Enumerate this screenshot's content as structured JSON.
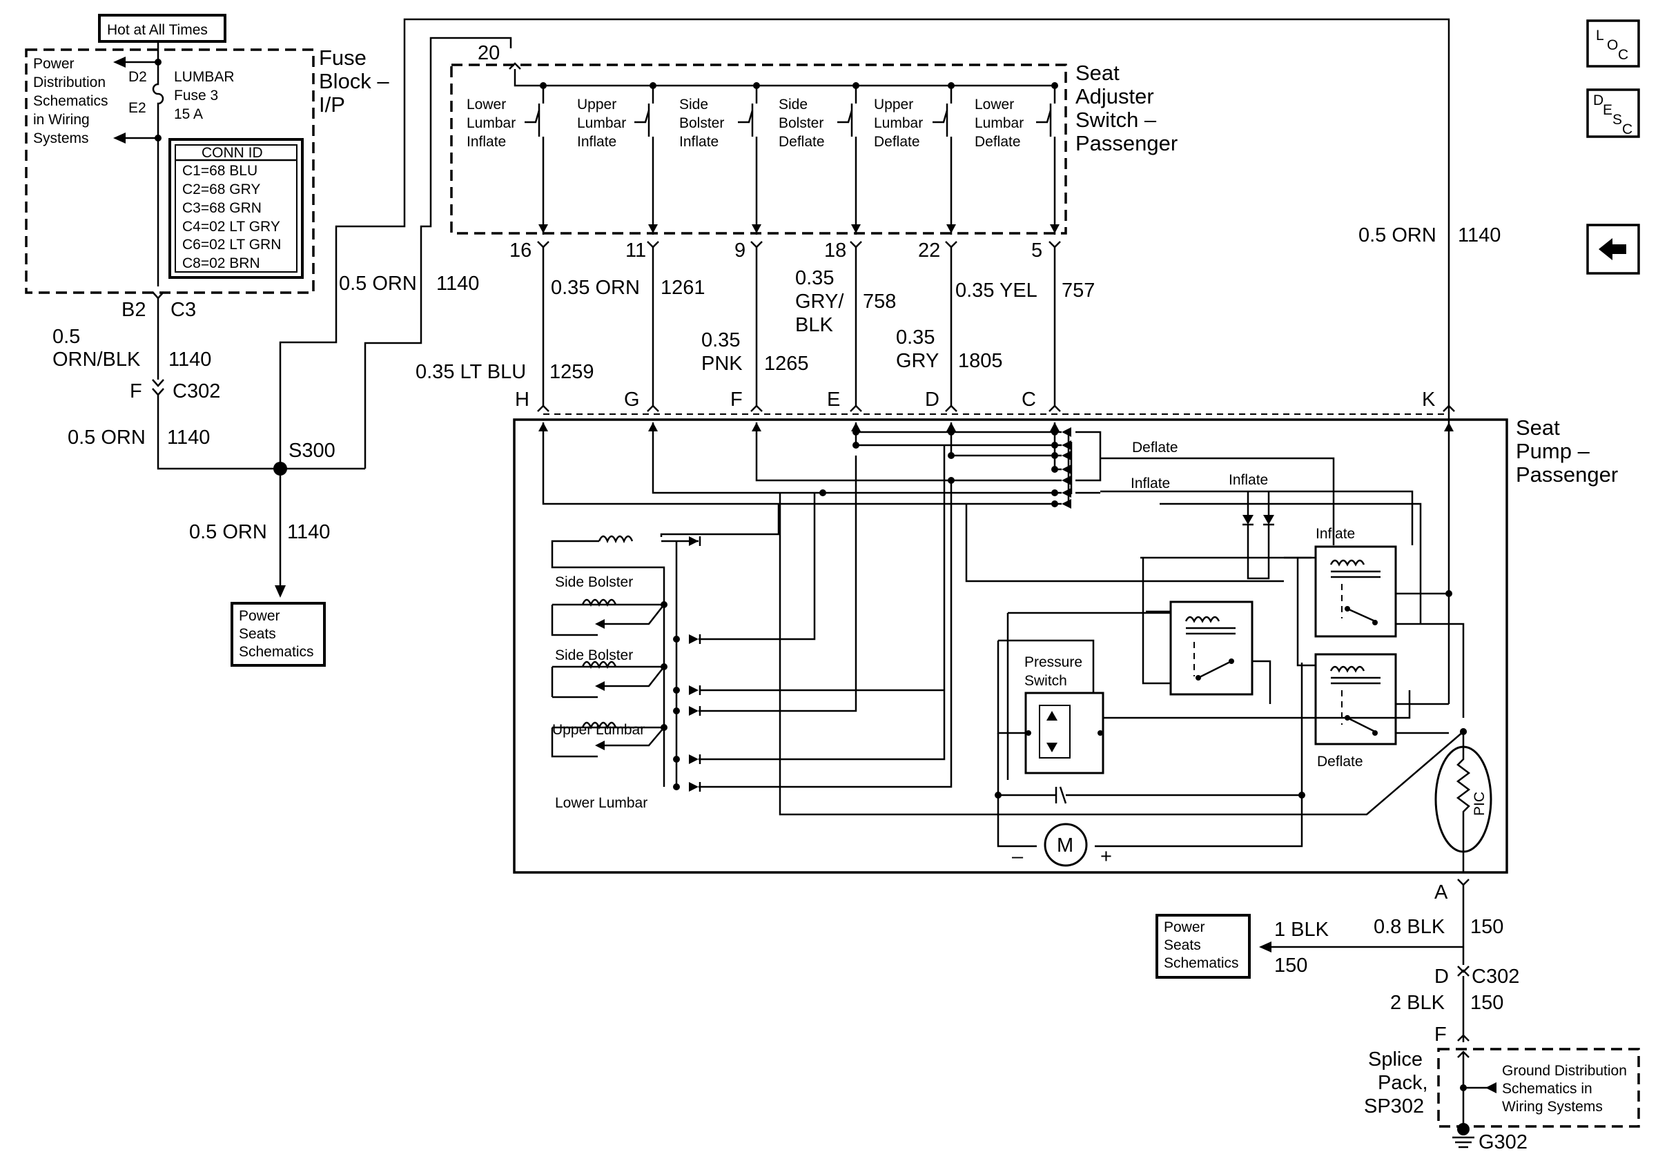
{
  "hot_label": "Hot at All Times",
  "fuse_block": {
    "title_lines": [
      "Fuse",
      "Block –",
      "I/P"
    ],
    "power_dist_lines": [
      "Power",
      "Distribution",
      "Schematics",
      "in Wiring",
      "Systems"
    ],
    "pin_top": "D2",
    "pin_bottom": "E2",
    "fuse_lines": [
      "LUMBAR",
      "Fuse 3",
      "15 A"
    ],
    "conn_id_title": "CONN ID",
    "conn_ids": [
      "C1=68 BLU",
      "C2=68 GRY",
      "C3=68 GRN",
      "C4=02 LT GRY",
      "C6=02 LT GRN",
      "C8=02 BRN"
    ],
    "out_pin": "B2",
    "out_conn": "C3"
  },
  "left_wires": {
    "w1_gauge_lines": [
      "0.5",
      "ORN/BLK"
    ],
    "w1_circuit": "1140",
    "c302_pin": "F",
    "c302_name": "C302",
    "w2_gauge": "0.5 ORN",
    "w2_circuit": "1140",
    "splice": "S300",
    "w3_gauge": "0.5 ORN",
    "w3_circuit": "1140",
    "up_gauge": "0.5 ORN",
    "up_circuit": "1140",
    "power_seats_lines": [
      "Power",
      "Seats",
      "Schematics"
    ]
  },
  "switch": {
    "title_lines": [
      "Seat",
      "Adjuster",
      "Switch –",
      "Passenger"
    ],
    "top_pin": "20",
    "switches": [
      {
        "lines": [
          "Lower",
          "Lumbar",
          "Inflate"
        ],
        "pin": "16"
      },
      {
        "lines": [
          "Upper",
          "Lumbar",
          "Inflate"
        ],
        "pin": "11"
      },
      {
        "lines": [
          "Side",
          "Bolster",
          "Inflate"
        ],
        "pin": "9"
      },
      {
        "lines": [
          "Side",
          "Bolster",
          "Deflate"
        ],
        "pin": "18"
      },
      {
        "lines": [
          "Upper",
          "Lumbar",
          "Deflate"
        ],
        "pin": "22"
      },
      {
        "lines": [
          "Lower",
          "Lumbar",
          "Deflate"
        ],
        "pin": "5"
      }
    ]
  },
  "mid_wires": [
    {
      "gauge_lines": [
        "0.35 LT BLU"
      ],
      "circuit": "1259",
      "pump_pin": "H"
    },
    {
      "gauge_lines": [
        "0.35 ORN"
      ],
      "circuit": "1261",
      "pump_pin": "G"
    },
    {
      "gauge_lines": [
        "0.35",
        "PNK"
      ],
      "circuit": "1265",
      "pump_pin": "F"
    },
    {
      "gauge_lines": [
        "0.35",
        "GRY/",
        "BLK"
      ],
      "circuit": "758",
      "pump_pin": "E"
    },
    {
      "gauge_lines": [
        "0.35",
        "GRY"
      ],
      "circuit": "1805",
      "pump_pin": "D"
    },
    {
      "gauge_lines": [
        "0.35 YEL"
      ],
      "circuit": "757",
      "pump_pin": "C"
    }
  ],
  "right_wire": {
    "gauge": "0.5 ORN",
    "circuit": "1140",
    "pump_pin": "K"
  },
  "pump": {
    "title_lines": [
      "Seat",
      "Pump –",
      "Passenger"
    ],
    "deflate": "Deflate",
    "inflate": "Inflate",
    "inflate2": "Inflate",
    "inflate_relay": "Inflate",
    "deflate_relay": "Deflate",
    "side_bolster_1": "Side Bolster",
    "side_bolster_2": "Side Bolster",
    "upper_lumbar": "Upper Lumbar",
    "lower_lumbar": "Lower Lumbar",
    "pressure_lines": [
      "Pressure",
      "Switch"
    ],
    "motor": "M",
    "minus": "–",
    "plus": "+",
    "pic": "PIC"
  },
  "ground": {
    "pin_a": "A",
    "w_gauge": "0.8 BLK",
    "w_circuit": "150",
    "branch_gauge": "1 BLK",
    "branch_circuit": "150",
    "power_seats_lines": [
      "Power",
      "Seats",
      "Schematics"
    ],
    "c302_pin": "D",
    "c302_name": "C302",
    "w2_gauge": "2 BLK",
    "w2_circuit": "150",
    "f_pin": "F",
    "splice_lines": [
      "Splice",
      "Pack,",
      "SP302"
    ],
    "ground_dist_lines": [
      "Ground Distribution",
      "Schematics in",
      "Wiring Systems"
    ],
    "ground_name": "G302"
  },
  "nav": {
    "loc_letters": [
      "L",
      "O",
      "C"
    ],
    "desc_letters": [
      "D",
      "E",
      "S",
      "C"
    ]
  }
}
